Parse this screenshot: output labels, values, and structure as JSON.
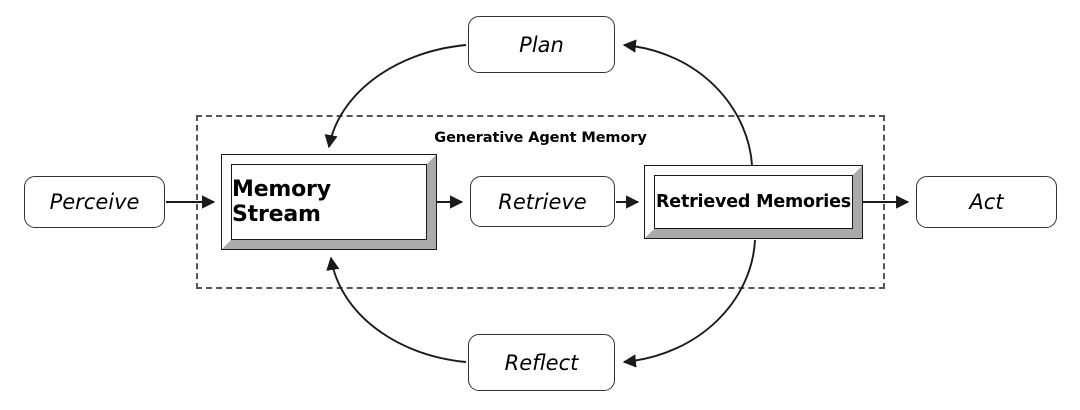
{
  "diagram": {
    "title": "Generative Agent Memory",
    "boundary_label": "Generative Agent Memory",
    "nodes": {
      "perceive": {
        "label": "Perceive",
        "shape": "rounded-rectangle",
        "style": "italic"
      },
      "memory_stream": {
        "label": "Memory Stream",
        "shape": "beveled-3d-box",
        "style": "bold"
      },
      "retrieve": {
        "label": "Retrieve",
        "shape": "rounded-rectangle",
        "style": "italic"
      },
      "retrieved_memories": {
        "label": "Retrieved Memories",
        "shape": "beveled-3d-box",
        "style": "bold"
      },
      "act": {
        "label": "Act",
        "shape": "rounded-rectangle",
        "style": "italic"
      },
      "plan": {
        "label": "Plan",
        "shape": "rounded-rectangle",
        "style": "italic"
      },
      "reflect": {
        "label": "Reflect",
        "shape": "rounded-rectangle",
        "style": "italic"
      }
    },
    "edges": [
      {
        "from": "perceive",
        "to": "memory_stream",
        "kind": "straight"
      },
      {
        "from": "memory_stream",
        "to": "retrieve",
        "kind": "straight"
      },
      {
        "from": "retrieve",
        "to": "retrieved_memories",
        "kind": "straight"
      },
      {
        "from": "retrieved_memories",
        "to": "act",
        "kind": "straight"
      },
      {
        "from": "retrieved_memories",
        "to": "plan",
        "kind": "curved"
      },
      {
        "from": "plan",
        "to": "memory_stream",
        "kind": "curved"
      },
      {
        "from": "retrieved_memories",
        "to": "reflect",
        "kind": "curved"
      },
      {
        "from": "reflect",
        "to": "memory_stream",
        "kind": "curved"
      }
    ],
    "colors": {
      "background": "#ffffff",
      "stroke": "#1a1a1a",
      "node_border": "#333333",
      "boundary_dash": "#555555",
      "bevel_light": "#fdfdfd",
      "bevel_shadow": "#aaaaaa",
      "text": "#000000"
    }
  }
}
